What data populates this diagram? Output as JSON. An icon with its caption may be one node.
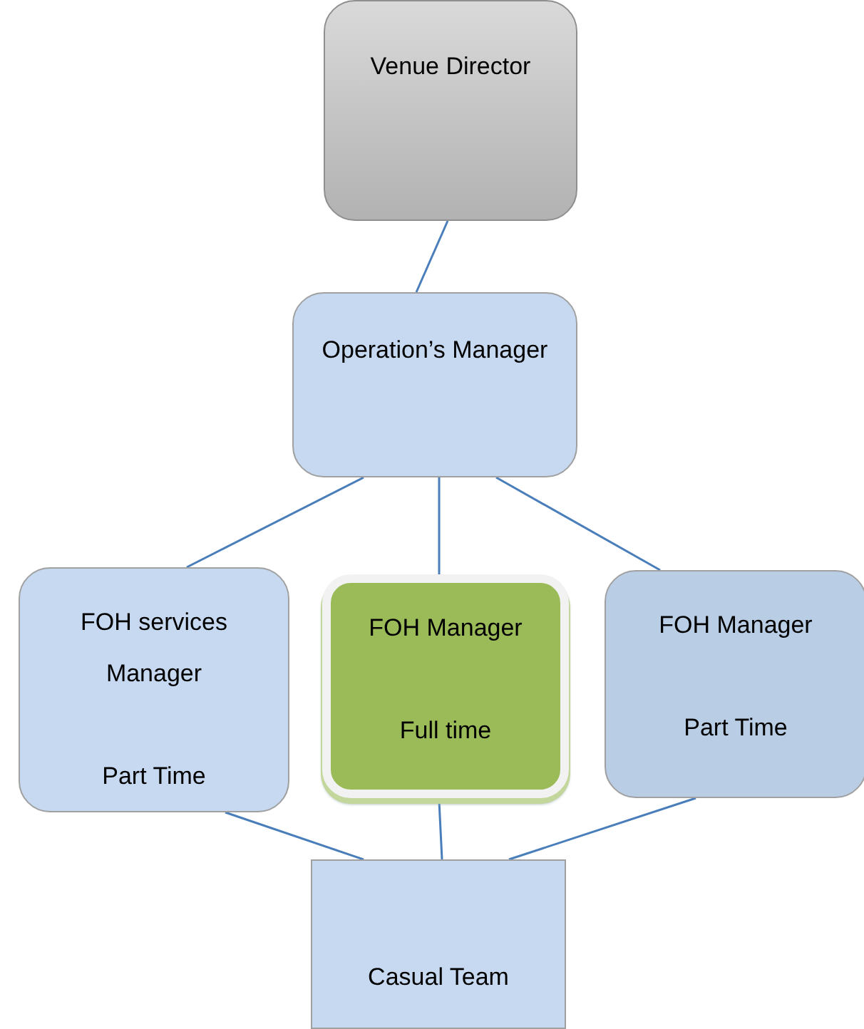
{
  "diagram": {
    "nodes": [
      {
        "text": [
          "Venue Director"
        ]
      },
      {
        "text": [
          "Operation’s Manager"
        ]
      },
      {
        "text": [
          "FOH services Manager",
          "Part Time"
        ]
      },
      {
        "text": [
          "FOH Manager",
          "Full time"
        ]
      },
      {
        "text": [
          "FOH Manager",
          "Part Time"
        ]
      },
      {
        "text": [
          "Casual Team"
        ]
      }
    ],
    "edges": [
      {
        "from": 0,
        "to": 1,
        "arrow": "none"
      },
      {
        "from": 1,
        "to": 2,
        "arrow": "none"
      },
      {
        "from": 1,
        "to": 3,
        "arrow": "none"
      },
      {
        "from": 1,
        "to": 4,
        "arrow": "none"
      },
      {
        "from": 2,
        "to": 5,
        "arrow": "none"
      },
      {
        "from": 3,
        "to": 5,
        "arrow": "none"
      },
      {
        "from": 4,
        "to": 5,
        "arrow": "none"
      }
    ]
  }
}
